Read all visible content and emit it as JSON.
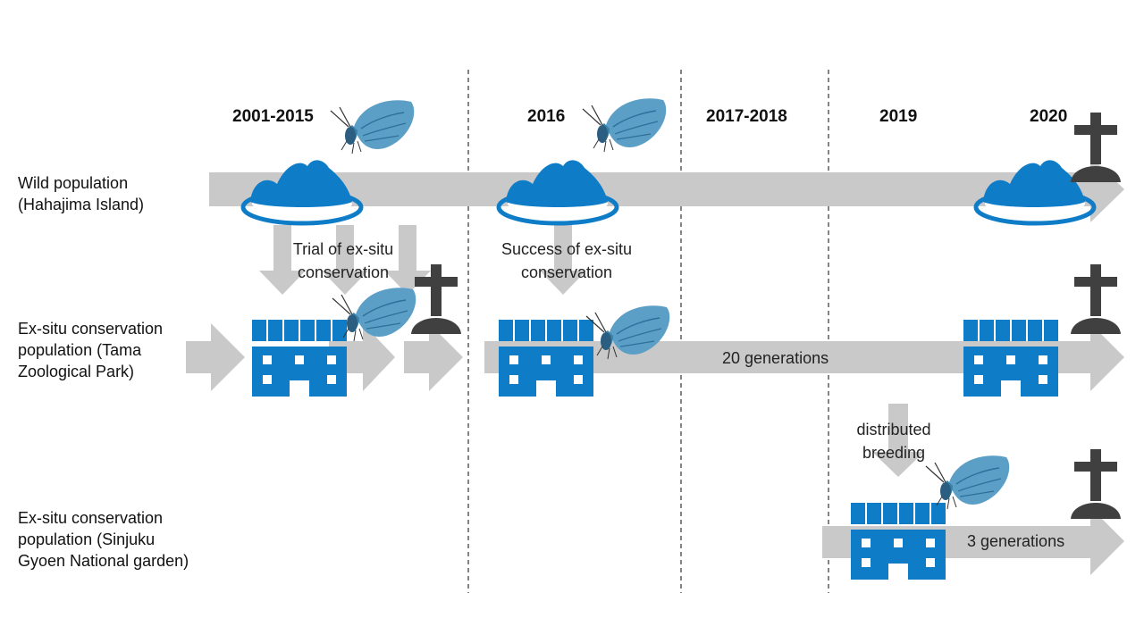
{
  "periods": [
    "2001-2015",
    "2016",
    "2017-2018",
    "2019",
    "2020"
  ],
  "rows": {
    "wild": {
      "line1": "Wild population",
      "line2": "(Hahajima Island)"
    },
    "tama": {
      "line1": "Ex-situ conservation",
      "line2": "population (Tama",
      "line3": "Zoological Park)"
    },
    "sinjuku": {
      "line1": "Ex-situ conservation",
      "line2": "population (Sinjuku",
      "line3": "Gyoen National garden)"
    }
  },
  "notes": {
    "trial": {
      "line1": "Trial of ex-situ",
      "line2": "conservation"
    },
    "success": {
      "line1": "Success of ex-situ",
      "line2": "conservation"
    },
    "distributed": {
      "line1": "distributed",
      "line2": "breeding"
    }
  },
  "generations": {
    "tama": "20 generations",
    "sinjuku": "3 generations"
  },
  "colors": {
    "arrow_gray": "#c9c9c9",
    "blue": "#0e7cc7",
    "butterfly": "#5b9fc6",
    "grave": "#404040",
    "divider": "#333333"
  },
  "icons": [
    "island-icon",
    "building-icon",
    "butterfly-icon",
    "grave-icon"
  ]
}
